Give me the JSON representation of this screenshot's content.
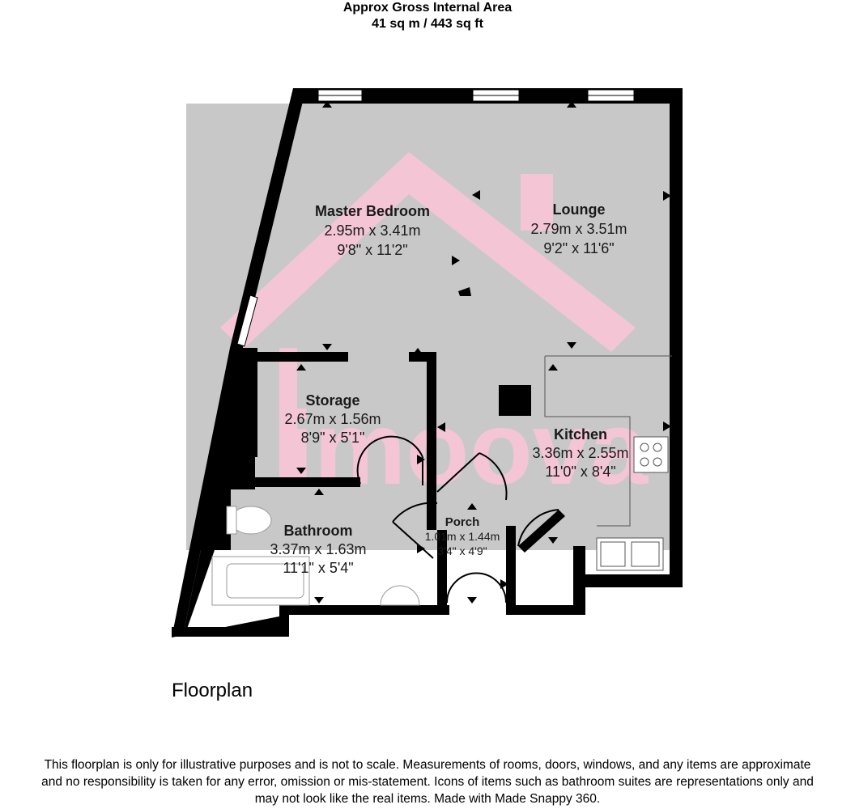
{
  "header": {
    "title": "Approx Gross Internal Area",
    "area": "41 sq m / 443 sq ft"
  },
  "watermark": {
    "text": "imoova",
    "color": "#f7c6d6"
  },
  "rooms": [
    {
      "id": "master-bedroom",
      "name": "Master Bedroom",
      "metric": "2.95m x 3.41m",
      "imperial": "9'8\" x 11'2\""
    },
    {
      "id": "lounge",
      "name": "Lounge",
      "metric": "2.79m x 3.51m",
      "imperial": "9'2\" x 11'6\""
    },
    {
      "id": "storage",
      "name": "Storage",
      "metric": "2.67m x 1.56m",
      "imperial": "8'9\" x 5'1\""
    },
    {
      "id": "kitchen",
      "name": "Kitchen",
      "metric": "3.36m x 2.55m",
      "imperial": "11'0\" x 8'4\""
    },
    {
      "id": "porch",
      "name": "Porch",
      "metric": "1.01m x 1.44m",
      "imperial": "3'4\" x 4'9\""
    },
    {
      "id": "bathroom",
      "name": "Bathroom",
      "metric": "3.37m x 1.63m",
      "imperial": "11'1\" x 5'4\""
    }
  ],
  "plan_label": "Floorplan",
  "disclaimer": [
    "This floorplan is only for illustrative purposes and is not to scale. Measurements of rooms, doors, windows, and any items are approximate",
    "and no responsibility is taken for any error, omission or mis-statement. Icons of items such as bathroom suites are representations only and",
    "may not look like the real items. Made with Made Snappy 360."
  ],
  "colors": {
    "wall": "#000000",
    "floor": "#c8c8c8",
    "watermark": "#f7c6d6"
  }
}
